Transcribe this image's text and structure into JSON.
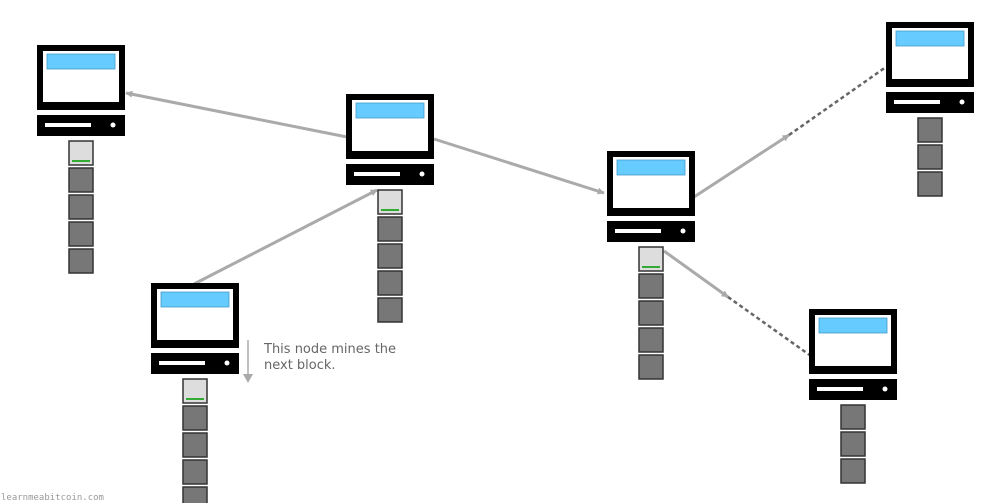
{
  "annotation": {
    "line1": "This node mines the",
    "line2": "next block."
  },
  "footer": {
    "watermark": "learnmeabitcoin.com"
  },
  "colors": {
    "monitor_frame": "#000000",
    "screen": "#ffffff",
    "screen_bar": "#66ccff",
    "edge": "#aaaaaa",
    "dashed_edge": "#666666",
    "block_dark": "#777777",
    "block_new": "#dddddd",
    "block_new_stripe": "#33aa33",
    "block_border": "#333333"
  },
  "nodes": [
    {
      "id": "node-top-left",
      "block_count": 4,
      "has_new_block": true
    },
    {
      "id": "node-center",
      "block_count": 4,
      "has_new_block": true
    },
    {
      "id": "node-miner",
      "block_count": 4,
      "has_new_block": true
    },
    {
      "id": "node-right-center",
      "block_count": 4,
      "has_new_block": true
    },
    {
      "id": "node-far-top-right",
      "block_count": 3,
      "has_new_block": false
    },
    {
      "id": "node-bottom-right",
      "block_count": 3,
      "has_new_block": false
    }
  ],
  "edges": [
    {
      "from": "node-center",
      "to": "node-top-left",
      "style": "solid"
    },
    {
      "from": "node-miner",
      "to": "node-center",
      "style": "solid"
    },
    {
      "from": "node-center",
      "to": "node-right-center",
      "style": "solid"
    },
    {
      "from": "node-right-center",
      "to": "node-far-top-right",
      "style": "solid-then-dashed"
    },
    {
      "from": "node-right-center",
      "to": "node-bottom-right",
      "style": "solid-then-dashed"
    }
  ]
}
